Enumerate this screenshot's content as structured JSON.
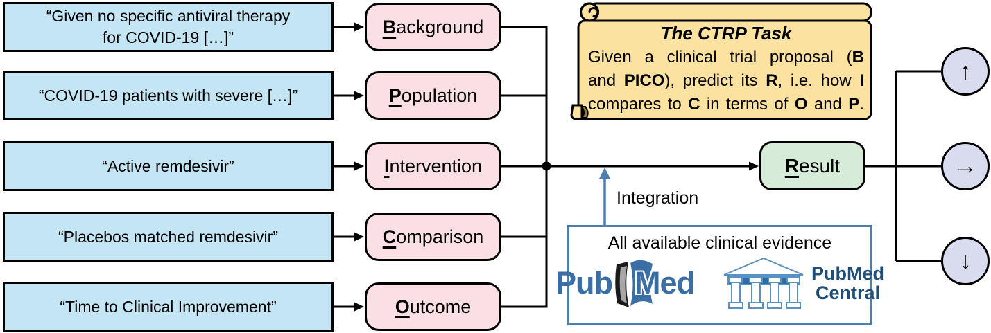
{
  "colors": {
    "blue_box": "#C4E6F4",
    "pink_box": "#FAE0E4",
    "green_box": "#D6EBD8",
    "scroll_fill": "#FBE2A1",
    "circle_fill": "#D9DCEF",
    "steel_blue": "#4C7FAE",
    "pubmed_blue": "#3A6EA5",
    "pmc_navy": "#1F4E79",
    "line_color": "#000000"
  },
  "rows": [
    {
      "quote": "“Given no specific antiviral therapy for COVID-19 […]”",
      "label_first": "B",
      "label_rest": "ackground"
    },
    {
      "quote": "“COVID-19 patients with severe […]”",
      "label_first": "P",
      "label_rest": "opulation"
    },
    {
      "quote": "“Active remdesivir”",
      "label_first": "I",
      "label_rest": "ntervention"
    },
    {
      "quote": "“Placebos matched remdesivir”",
      "label_first": "C",
      "label_rest": "omparison"
    },
    {
      "quote": "“Time to Clinical Improvement”",
      "label_first": "O",
      "label_rest": "utcome"
    }
  ],
  "result_box": {
    "label_first": "R",
    "label_rest": "esult"
  },
  "task_note": {
    "title": "The CTRP Task",
    "lines": [
      [
        {
          "t": "Given a clinical trial proposal (",
          "b": 0
        },
        {
          "t": "B",
          "b": 1
        }
      ],
      [
        {
          "t": "and ",
          "b": 0
        },
        {
          "t": "PICO",
          "b": 1
        },
        {
          "t": "), predict its ",
          "b": 0
        },
        {
          "t": "R",
          "b": 1
        },
        {
          "t": ", i.e. how ",
          "b": 0
        },
        {
          "t": "I",
          "b": 1
        }
      ],
      [
        {
          "t": "compares to ",
          "b": 0
        },
        {
          "t": "C",
          "b": 1
        },
        {
          "t": " in terms of ",
          "b": 0
        },
        {
          "t": "O",
          "b": 1
        },
        {
          "t": " and ",
          "b": 0
        },
        {
          "t": "P",
          "b": 1
        },
        {
          "t": ".",
          "b": 0
        }
      ]
    ]
  },
  "integration": {
    "label": "Integration"
  },
  "evidence": {
    "heading": "All available clinical evidence",
    "pubmed": {
      "part1": "Pub",
      "part2": "Med"
    },
    "pmc": {
      "line1": "PubMed",
      "line2": "Central"
    }
  },
  "decisions": [
    {
      "name": "up",
      "glyph": "↑"
    },
    {
      "name": "right",
      "glyph": "→"
    },
    {
      "name": "down",
      "glyph": "↓"
    }
  ]
}
